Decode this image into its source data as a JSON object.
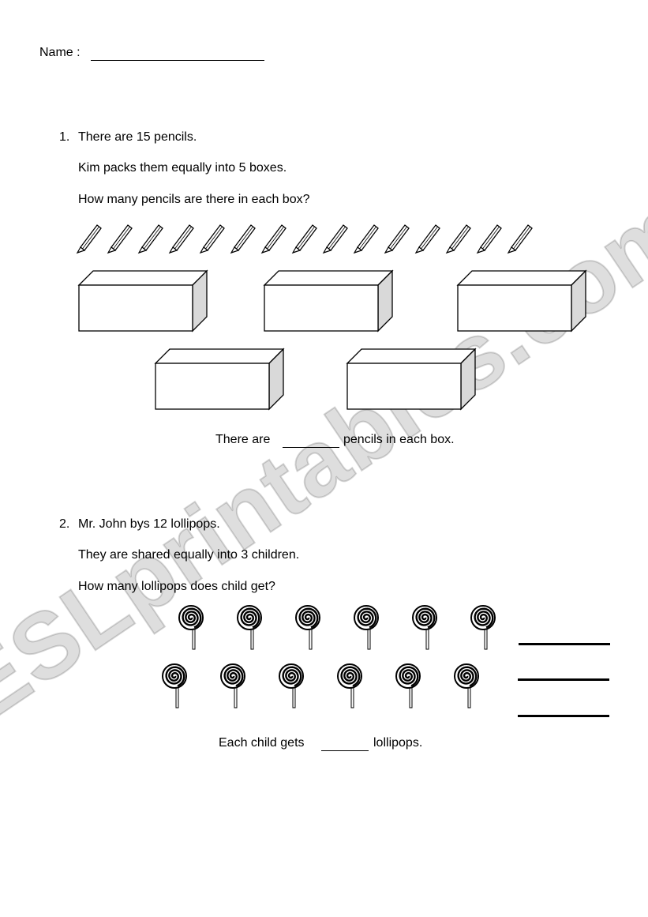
{
  "header": {
    "name_label": "Name :"
  },
  "question1": {
    "number": "1.",
    "line1": "There are 15 pencils.",
    "line2": "Kim packs them equally into 5 boxes.",
    "line3": "How many pencils are there in each box?",
    "answer_before": "There are",
    "answer_after": "pencils in each box.",
    "pencil_count": 15,
    "box_count": 5
  },
  "question2": {
    "number": "2.",
    "line1": "Mr. John bys 12 lollipops.",
    "line2": "They are shared equally into 3 children.",
    "line3": "How many lollipops does child get?",
    "answer_before": "Each child gets",
    "answer_after": "lollipops.",
    "lollipop_count": 12,
    "answer_line_count": 3
  },
  "watermark": {
    "text": "ESLprintables.com"
  },
  "colors": {
    "ink": "#000000",
    "box_side": "#d9d9d9",
    "watermark": "#dcdcdc"
  }
}
